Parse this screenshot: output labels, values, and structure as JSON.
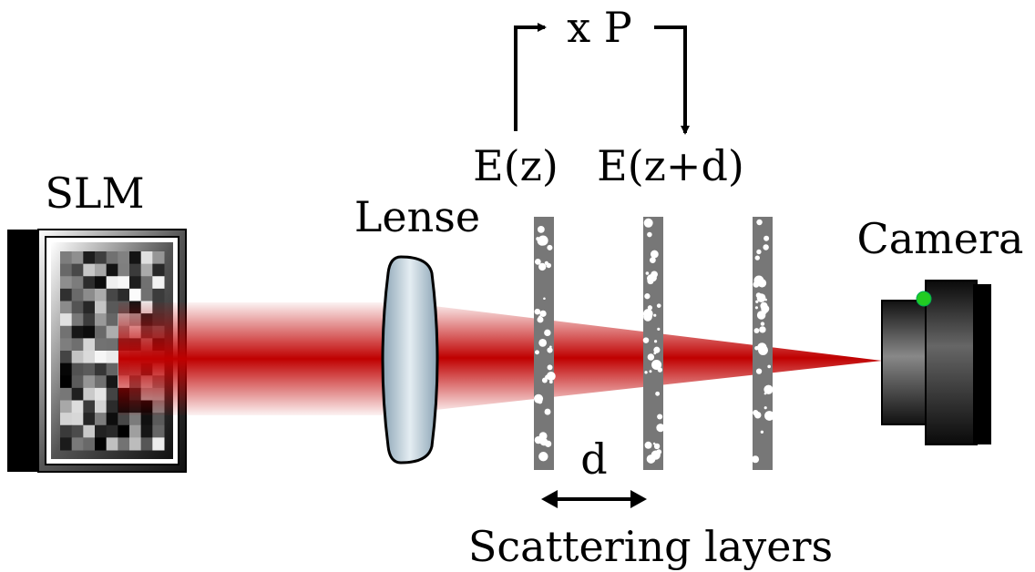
{
  "labels": {
    "slm": "SLM",
    "lense": "Lense",
    "camera": "Camera",
    "e_z": "E(z)",
    "e_zd": "E(z+d)",
    "propagator": "x P",
    "spacing": "d",
    "layers": "Scattering layers"
  },
  "colors": {
    "beam": "#c00000",
    "layer": "#777777",
    "lens_glass": "#b8cad6",
    "camera_body": "#222222",
    "led": "#22cc22"
  }
}
